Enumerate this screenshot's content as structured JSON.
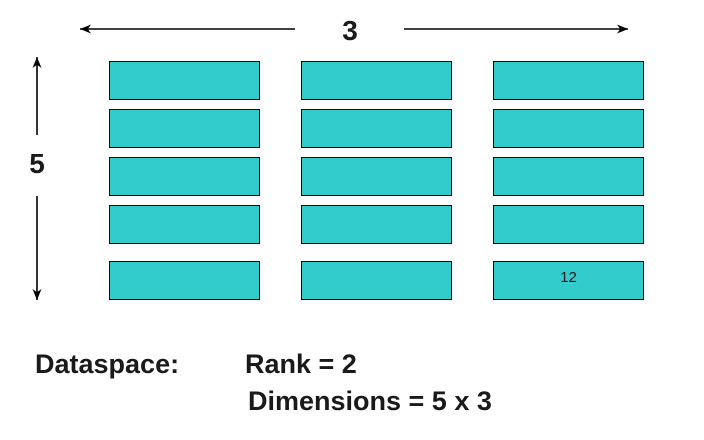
{
  "figure": {
    "width_label": "3",
    "height_label": "5",
    "grid": {
      "rows": 5,
      "columns": 3,
      "cell_fill_color": "#33CCCC",
      "cell_border_color": "#000000",
      "labeled_cell": {
        "row": 5,
        "column": 3,
        "value": "12"
      }
    },
    "arrow_color": "#000000"
  },
  "caption": {
    "heading": "Dataspace:",
    "rank_text": "Rank = 2",
    "dimensions_text": "Dimensions = 5 x 3"
  }
}
